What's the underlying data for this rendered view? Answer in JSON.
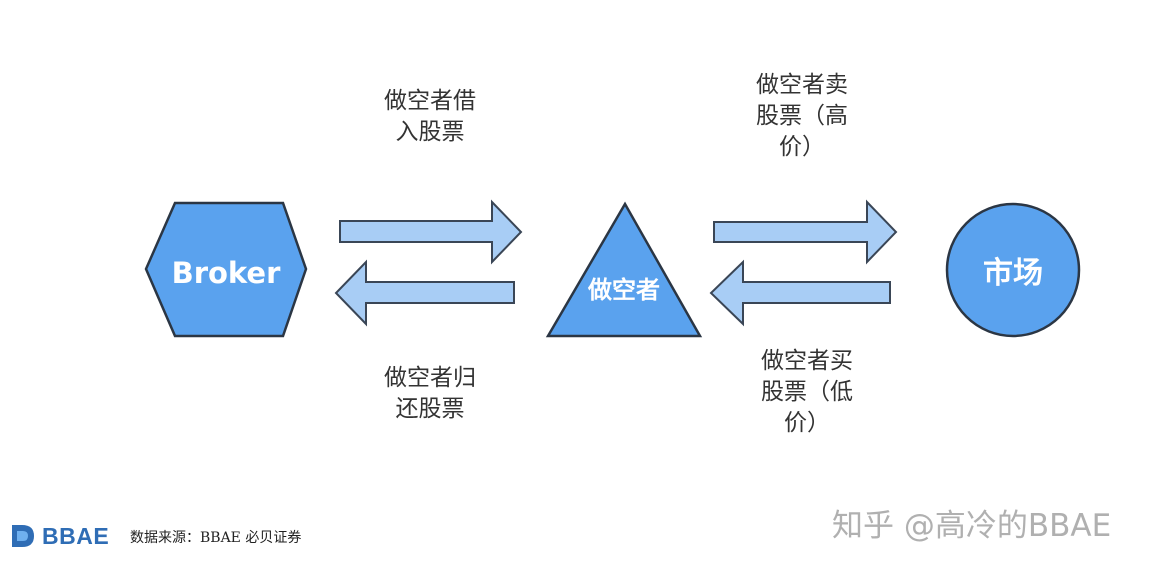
{
  "nodes": {
    "broker": "Broker",
    "short_seller": "做空者",
    "market": "市场"
  },
  "edges": {
    "borrow_lines": [
      "做空者借",
      "入股票"
    ],
    "return_lines": [
      "做空者归",
      "还股票"
    ],
    "sell_lines": [
      "做空者卖",
      "股票（高",
      "价）"
    ],
    "buy_lines": [
      "做空者买",
      "股票（低",
      "价）"
    ]
  },
  "footer": {
    "logo_text": "BBAE",
    "source": "数据来源：BBAE 必贝证券",
    "watermark": "知乎 @高冷的BBAE"
  },
  "colors": {
    "node_fill": "#5aa2ee",
    "node_stroke": "#2b3644",
    "arrow_fill": "#a8cdf5",
    "arrow_stroke": "#3a4656",
    "logo_blue": "#2f6db5"
  }
}
